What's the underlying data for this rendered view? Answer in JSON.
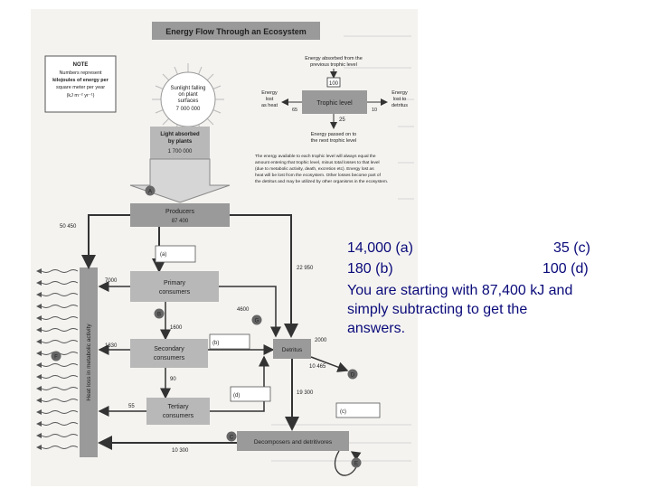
{
  "diagram": {
    "title": "Energy Flow Through an Ecosystem",
    "note": {
      "heading": "NOTE",
      "lines": [
        "Numbers represent",
        "kilojoules of energy per",
        "square meter per year",
        "(kJ m⁻² yr⁻¹)"
      ]
    },
    "sun": {
      "lines": [
        "Sunlight falling",
        "on plant",
        "surfaces"
      ],
      "value": "7 000 000"
    },
    "light_absorbed": {
      "lines": [
        "Light absorbed",
        "by plants"
      ],
      "value": "1 700 000"
    },
    "trophic": {
      "top_label": [
        "Energy absorbed from the",
        "previous trophic level"
      ],
      "in_value": "100",
      "box_label": "Trophic level",
      "left_label": [
        "Energy",
        "lost",
        "as heat"
      ],
      "left_value": "65",
      "right_label": [
        "Energy",
        "lost to",
        "detritus"
      ],
      "right_value": "10",
      "out_value": "25",
      "bottom_label": [
        "Energy passed on to",
        "the next trophic level"
      ]
    },
    "explanation": [
      "The energy available to each trophic level will always equal the",
      "amount entering that trophic level, minus total losses to that level",
      "(due to metabolic activity, death, excretion etc). Energy lost as",
      "heat will be lost from the ecosystem. Other losses become part of",
      "the detritus and may be utilized by other organisms in the ecosystem."
    ],
    "producers": {
      "label": "Producers",
      "value": "87 400"
    },
    "primary": {
      "label": [
        "Primary",
        "consumers"
      ]
    },
    "secondary": {
      "label": [
        "Secondary",
        "consumers"
      ]
    },
    "tertiary": {
      "label": [
        "Tertiary",
        "consumers"
      ]
    },
    "detritus": {
      "label": "Detritus"
    },
    "decomposers": {
      "label": "Decomposers and detritivores"
    },
    "heat_label": "Heat loss in metabolic activity",
    "blanks": {
      "a": "(a)",
      "b": "(b)",
      "c": "(c)",
      "d": "(d)"
    },
    "markers": {
      "A": "A",
      "B": "B",
      "C": "C",
      "D": "D",
      "E": "E",
      "F": "F",
      "G": "G"
    },
    "values": {
      "v50450": "50 450",
      "v7000": "7000",
      "v1600": "1600",
      "v1330": "1330",
      "v90": "90",
      "v55": "55",
      "v22950": "22 950",
      "v4600": "4600",
      "v2000": "2000",
      "v10465": "10 465",
      "v19300": "19 300",
      "v10300": "10 300"
    }
  },
  "answers": {
    "row1_left": "14,000 (a)",
    "row1_right": "35     (c)",
    "row2_left": "180     (b)",
    "row2_right": "100     (d)",
    "explanation_lines": [
      "You are starting with 87,400 kJ and",
      "simply subtracting to get the",
      "answers."
    ]
  }
}
